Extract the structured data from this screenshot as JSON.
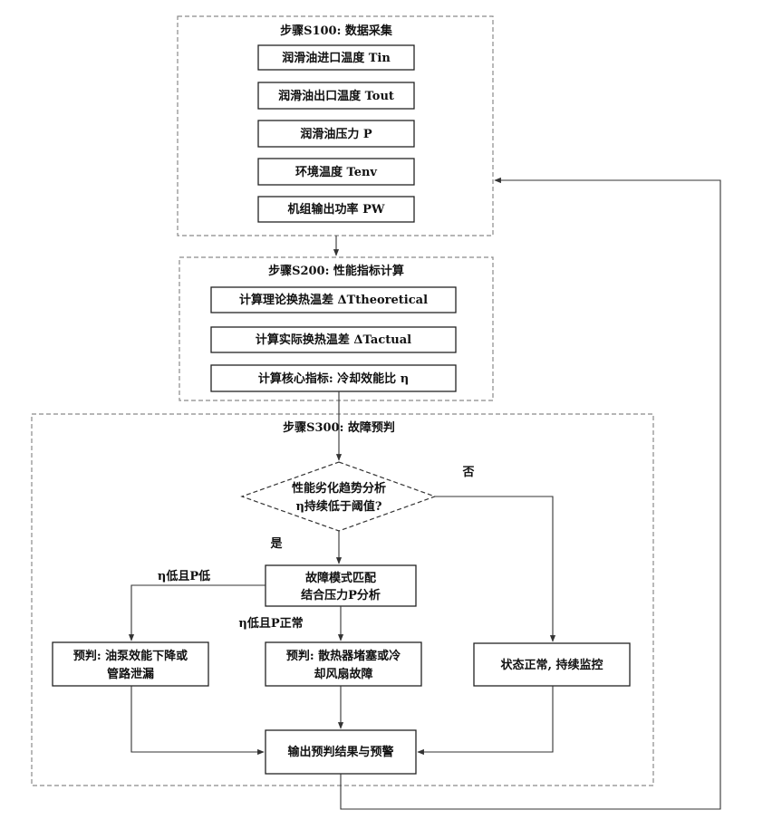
{
  "groups": {
    "s100": {
      "title": "步骤S100: 数据采集"
    },
    "s200": {
      "title": "步骤S200: 性能指标计算"
    },
    "s300": {
      "title": "步骤S300: 故障预判"
    }
  },
  "nodes": {
    "tin": "润滑油进口温度 Tin",
    "tout": "润滑油出口温度 Tout",
    "pressure": "润滑油压力 P",
    "tenv": "环境温度 Tenv",
    "power": "机组输出功率 PW",
    "calc_theoretical": "计算理论换热温差 ΔTtheoretical",
    "calc_actual": "计算实际换热温差 ΔTactual",
    "calc_core": "计算核心指标: 冷却效能比 η",
    "decision_line1": "性能劣化趋势分析",
    "decision_line2": "η持续低于阈值?",
    "match_line1": "故障模式匹配",
    "match_line2": "结合压力P分析",
    "pump_line1": "预判: 油泵效能下降或",
    "pump_line2": "管路泄漏",
    "radiator_line1": "预判: 散热器堵塞或冷",
    "radiator_line2": "却风扇故障",
    "normal": "状态正常, 持续监控",
    "output": "输出预判结果与预警"
  },
  "edge_labels": {
    "no": "否",
    "yes": "是",
    "low_eta_low_p": "η低且P低",
    "low_eta_normal_p": "η低且P正常"
  }
}
